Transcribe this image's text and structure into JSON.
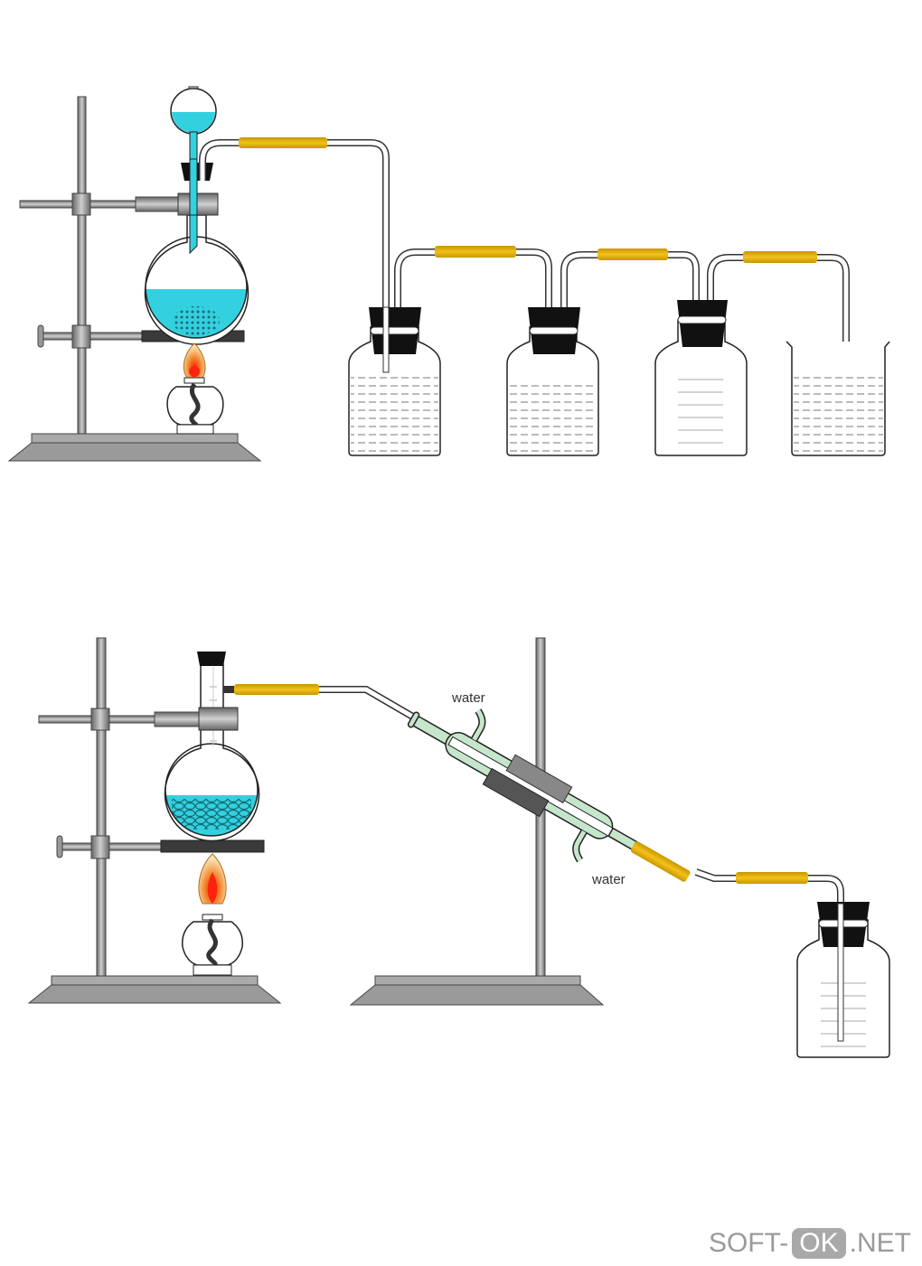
{
  "diagram": {
    "labels": {
      "water_in": "water",
      "water_out": "water"
    },
    "colors": {
      "liquid": "#33d0e0",
      "rubber_tube": "#e8b400",
      "condenser_glass": "#c6e6cc",
      "stopper": "#111111",
      "metal": "#8a8a8a",
      "flame_outer": "#f3a640",
      "flame_inner": "#ee2211"
    }
  },
  "watermark": {
    "prefix": "SOFT-",
    "highlight": "OK",
    "suffix": ".NET"
  }
}
